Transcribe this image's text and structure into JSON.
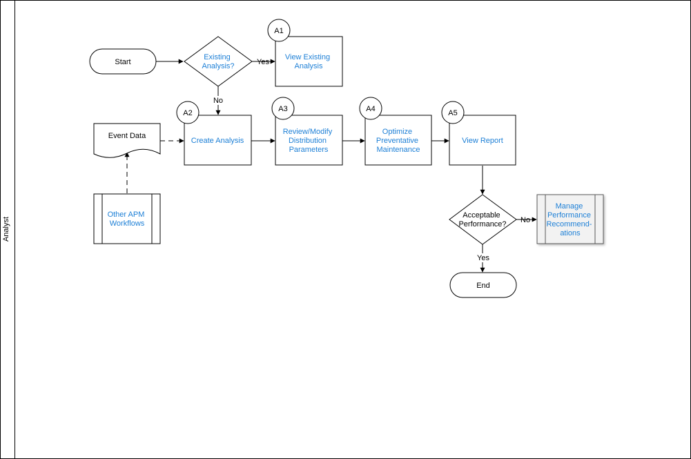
{
  "lane": {
    "label": "Analyst"
  },
  "nodes": {
    "start": {
      "label": "Start"
    },
    "existing_decision": {
      "lines": [
        "Existing",
        "Analysis?"
      ]
    },
    "view_existing": {
      "lines": [
        "View Existing",
        "Analysis"
      ],
      "step": "A1"
    },
    "event_data": {
      "label": "Event Data"
    },
    "other_apm": {
      "lines": [
        "Other APM",
        "Workflows"
      ]
    },
    "create_analysis": {
      "lines": [
        "Create Analysis"
      ],
      "step": "A2"
    },
    "review_modify": {
      "lines": [
        "Review/Modify",
        "Distribution",
        "Parameters"
      ],
      "step": "A3"
    },
    "optimize": {
      "lines": [
        "Optimize",
        "Preventative",
        "Maintenance"
      ],
      "step": "A4"
    },
    "view_report": {
      "lines": [
        "View Report"
      ],
      "step": "A5"
    },
    "acceptable_decision": {
      "lines": [
        "Acceptable",
        "Performance?"
      ]
    },
    "manage_perf": {
      "lines": [
        "Manage",
        "Performance",
        "Recommend-",
        "ations"
      ]
    },
    "end": {
      "label": "End"
    }
  },
  "edge_labels": {
    "existing_yes": "Yes",
    "existing_no": "No",
    "acceptable_no": "No",
    "acceptable_yes": "Yes"
  },
  "colors": {
    "link_text": "#1c7fd6",
    "stroke": "#000000",
    "subprocess_fill": "#f2f2f2"
  }
}
